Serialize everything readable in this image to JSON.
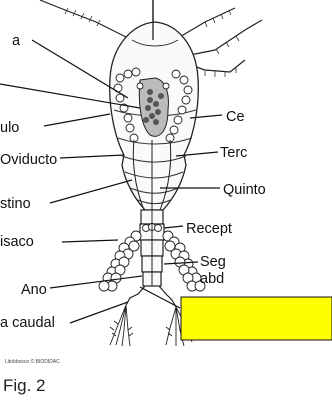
{
  "left_labels": [
    "a",
    "ulo",
    "Oviducto",
    "stino",
    "isaco",
    "Ano",
    "a caudal"
  ],
  "right_labels": [
    "Ce",
    "Terc",
    "Quinto",
    "Recept",
    "Seg",
    "abd"
  ],
  "credit": "Litobbosco © BIODIDAC",
  "caption": "Fig. 2",
  "answer_box": {
    "color": "#ffff00",
    "text": ""
  }
}
